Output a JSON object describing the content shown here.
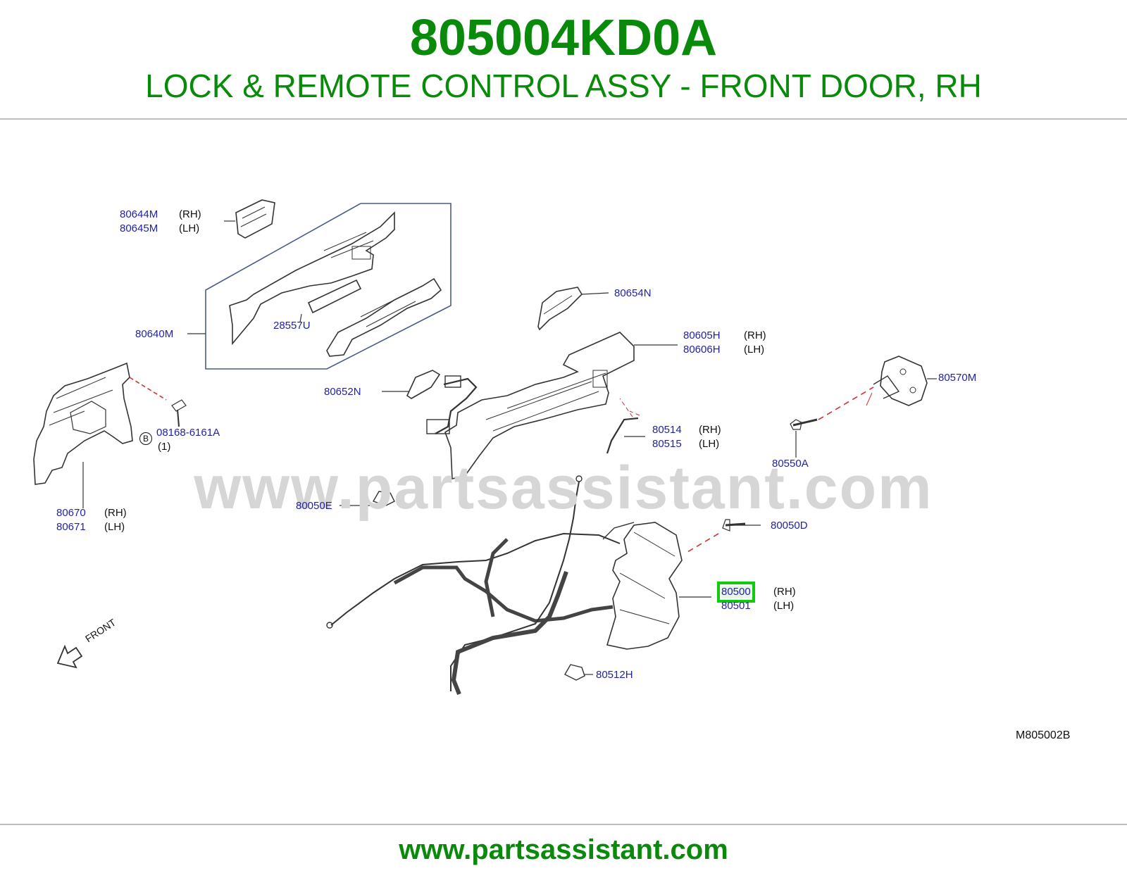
{
  "header": {
    "part_number": "805004KD0A",
    "description": "LOCK & REMOTE CONTROL ASSY - FRONT DOOR, RH"
  },
  "watermark": "www.partsassistant.com",
  "footer": {
    "url": "www.partsassistant.com"
  },
  "diagram": {
    "code": "M805002B",
    "front_label": "FRONT",
    "bolt_symbol": "B",
    "colors": {
      "title": "#0a8a0a",
      "callout": "#1f1fa8",
      "highlight": "#0ccc0c"
    },
    "callouts": {
      "c80644M": "80644M",
      "c80645M": "80645M",
      "c80640M": "80640M",
      "c28557U": "28557U",
      "c80654N": "80654N",
      "c80605H": "80605H",
      "c80606H": "80606H",
      "c80570M": "80570M",
      "c80652N": "80652N",
      "c08168": "08168-6161A",
      "qty": "(1)",
      "c80514": "80514",
      "c80515": "80515",
      "c80550A": "80550A",
      "c80670": "80670",
      "c80671": "80671",
      "c80050E": "80050E",
      "c80050D": "80050D",
      "c80500": "80500",
      "c80501": "80501",
      "c80512H": "80512H"
    },
    "sides": {
      "rh": "(RH)",
      "lh": "(LH)"
    }
  }
}
